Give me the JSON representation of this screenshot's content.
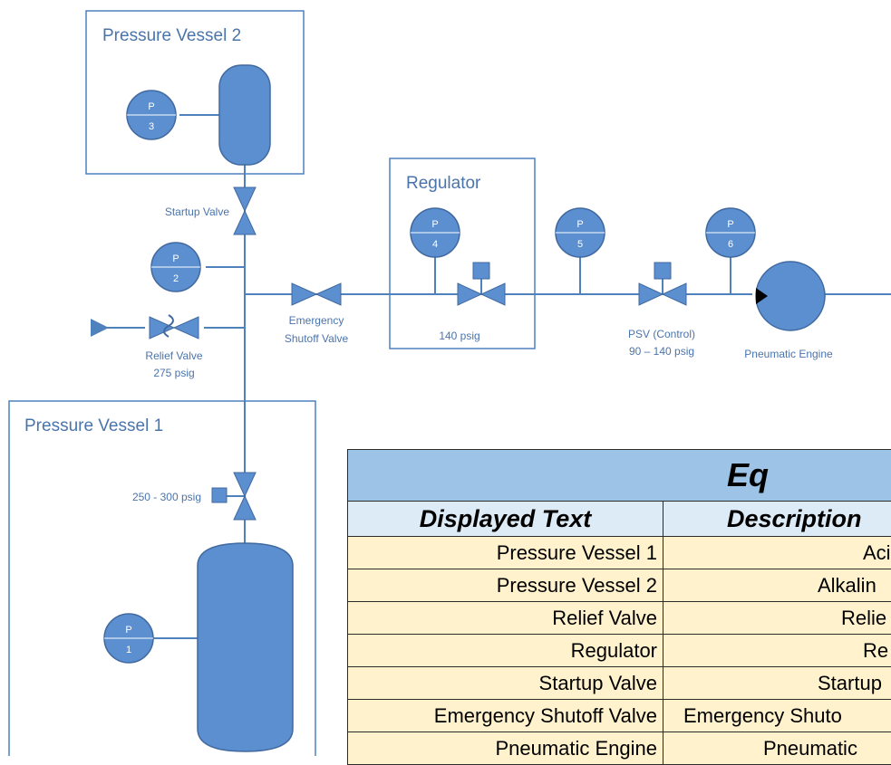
{
  "diagram": {
    "vessel2_title": "Pressure Vessel 2",
    "vessel1_title": "Pressure Vessel 1",
    "regulator_title": "Regulator",
    "startup_valve": "Startup Valve",
    "emergency_line1": "Emergency",
    "emergency_line2": "Shutoff Valve",
    "relief_line1": "Relief Valve",
    "relief_line2": "275 psig",
    "vessel1_valve_setting": "250 - 300 psig",
    "regulator_setting": "140 psig",
    "psv_line1": "PSV (Control)",
    "psv_line2": "90 – 140 psig",
    "engine": "Pneumatic Engine",
    "gauges": [
      {
        "letter": "P",
        "num": "1"
      },
      {
        "letter": "P",
        "num": "2"
      },
      {
        "letter": "P",
        "num": "3"
      },
      {
        "letter": "P",
        "num": "4"
      },
      {
        "letter": "P",
        "num": "5"
      },
      {
        "letter": "P",
        "num": "6"
      }
    ]
  },
  "table": {
    "title": "Eq",
    "headers": [
      "Displayed Text",
      "Description"
    ],
    "rows": [
      [
        "Pressure Vessel 1",
        "Aci"
      ],
      [
        "Pressure Vessel 2",
        "Alkalin"
      ],
      [
        "Relief Valve",
        "Relie"
      ],
      [
        "Regulator",
        "Re"
      ],
      [
        "Startup Valve",
        "Startup"
      ],
      [
        "Emergency Shutoff Valve",
        "Emergency Shuto"
      ],
      [
        "Pneumatic Engine",
        "Pneumatic"
      ]
    ]
  },
  "colors": {
    "line": "#4f81bd",
    "fill": "#5b8fd0",
    "text": "#4a74ac",
    "table_title_bg": "#9dc3e6",
    "table_header_bg": "#ddebf7",
    "table_row_bg": "#fff2cc"
  }
}
